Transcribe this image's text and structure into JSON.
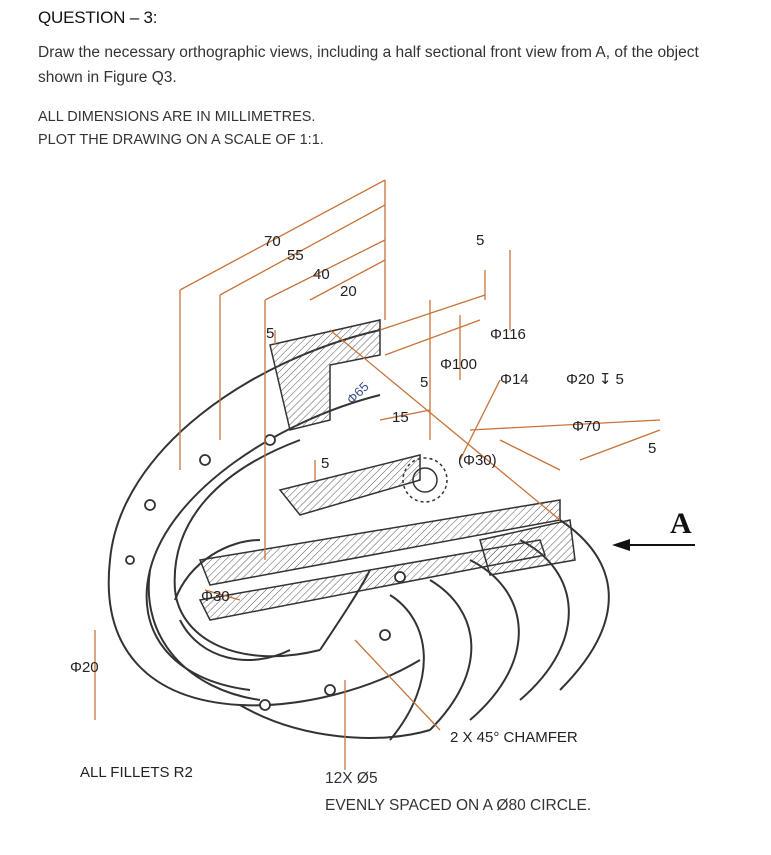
{
  "question": {
    "title": "QUESTION – 3:",
    "text": "Draw the necessary orthographic views, including a half sectional front view from A, of the object shown in Figure Q3.",
    "note1": "ALL DIMENSIONS ARE IN MILLIMETRES.",
    "note2": "PLOT THE DRAWING ON A SCALE OF 1:1."
  },
  "figure": {
    "dims": {
      "d70": "70",
      "d55": "55",
      "d40": "40",
      "d20": "20",
      "d5_top": "5",
      "d5_left": "5",
      "d5_mid": "5",
      "d5_vert": "5",
      "d15": "15",
      "d5_right": "5",
      "phi116": "Φ116",
      "phi100": "Φ100",
      "phi65": "Φ65",
      "cbore": "Φ14",
      "cbore_depth": "Φ20 ↧ 5",
      "phi70": "Φ70",
      "phi30_paren": "(Φ30)",
      "phi30": "Φ30",
      "phi20": "Φ20"
    },
    "view_label": "A",
    "chamfer": "2 X 45° CHAMFER",
    "fillets": "ALL FILLETS R2",
    "holes": "12X Ø5",
    "holes_note": "EVENLY SPACED ON A Ø80 CIRCLE."
  }
}
